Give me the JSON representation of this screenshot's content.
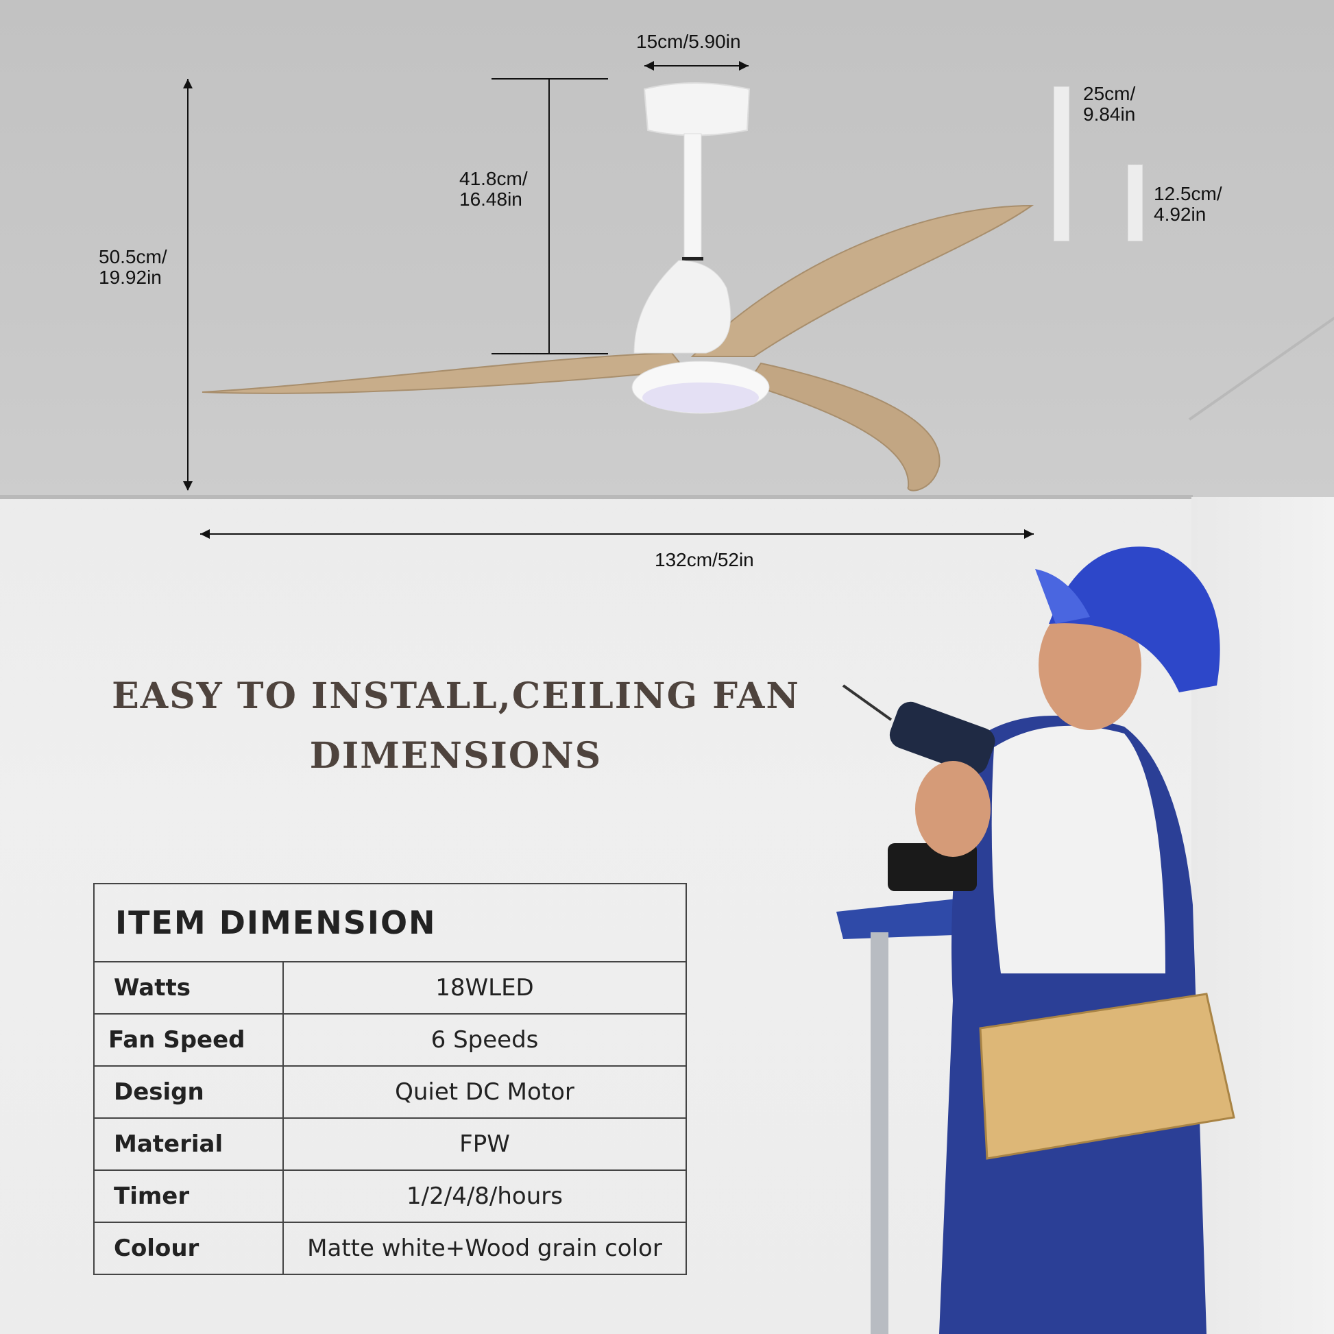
{
  "dimensions": {
    "canopy_width": "15cm/5.90in",
    "downrod_height": "41.8cm/\n16.48in",
    "total_height": "50.5cm/\n19.92in",
    "rod_long": "25cm/\n9.84in",
    "rod_short": "12.5cm/\n4.92in",
    "blade_span": "132cm/52in"
  },
  "headline": {
    "line1": "EASY TO INSTALL,CEILING FAN",
    "line2": "DIMENSIONS"
  },
  "spec_table": {
    "title": "ITEM DIMENSION",
    "rows": [
      {
        "label": "Watts",
        "value": "18WLED"
      },
      {
        "label": "Fan Speed",
        "value": "6 Speeds"
      },
      {
        "label": "Design",
        "value": "Quiet DC Motor"
      },
      {
        "label": "Material",
        "value": "FPW"
      },
      {
        "label": "Timer",
        "value": "1/2/4/8/hours"
      },
      {
        "label": "Colour",
        "value": "Matte white+Wood grain color"
      }
    ]
  },
  "colors": {
    "headline": "#4e433d",
    "ceiling": "#c4c4c4",
    "wood": "#c8ad8a",
    "helmet": "#2d47c9",
    "overalls": "#283f97"
  }
}
